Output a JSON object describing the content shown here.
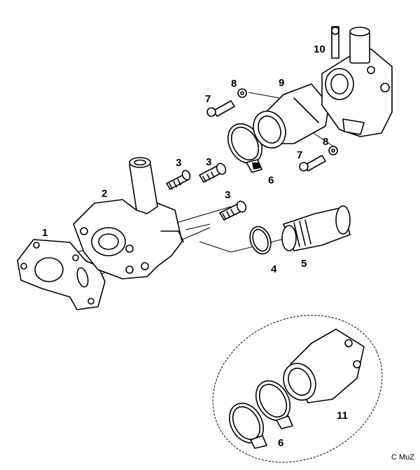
{
  "callouts": {
    "c1": "1",
    "c2": "2",
    "c3a": "3",
    "c3b": "3",
    "c3c": "3",
    "c4": "4",
    "c5": "5",
    "c6a": "6",
    "c6b": "6",
    "c7a": "7",
    "c7b": "7",
    "c8a": "8",
    "c8b": "8",
    "c9": "9",
    "c10": "10",
    "c11": "11"
  },
  "copyright": "C MuZ"
}
